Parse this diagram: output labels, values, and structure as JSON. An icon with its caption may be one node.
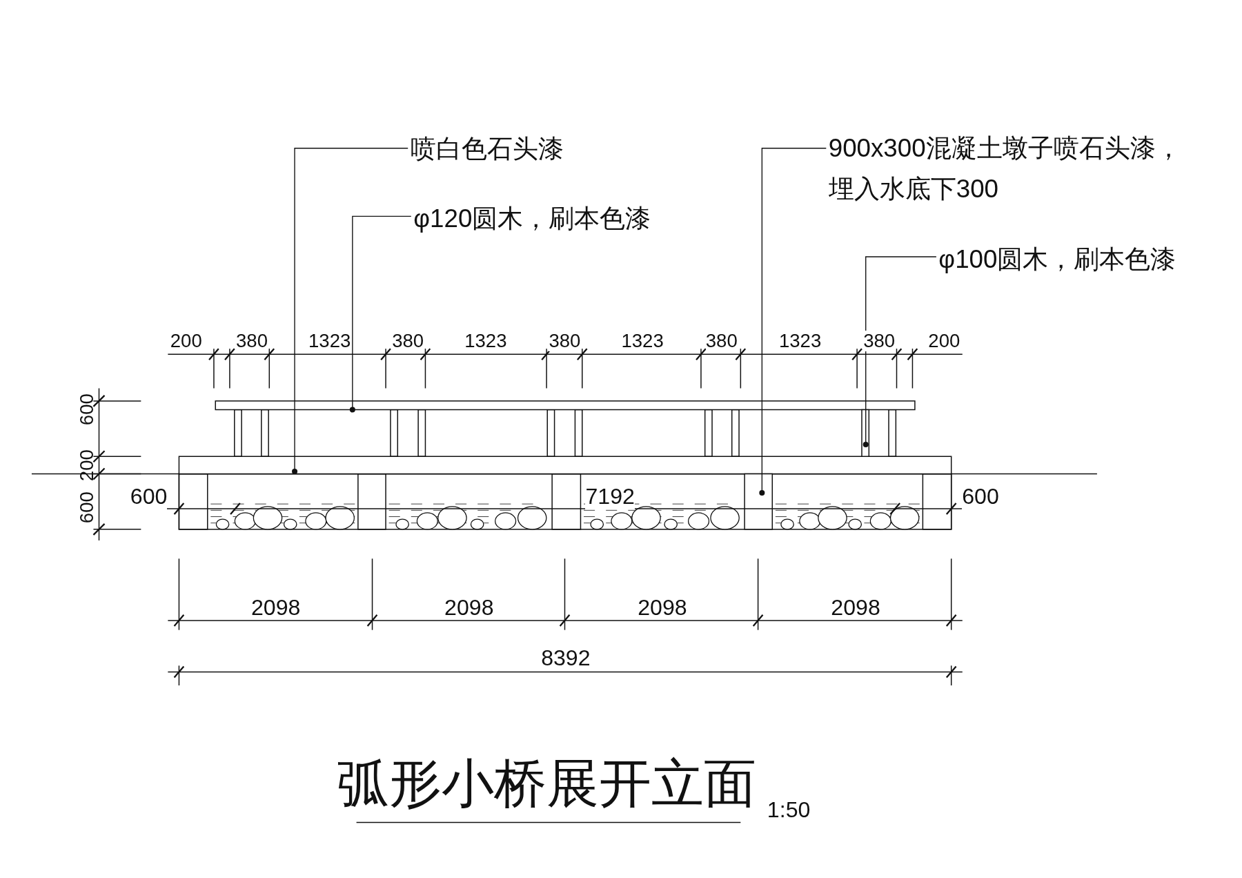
{
  "diagram": {
    "title": "弧形小桥展开立面",
    "nodes": [
      {
        "text": [
          "喷白色石头漆"
        ]
      },
      {
        "text": [
          "φ120圆木，刷本色漆"
        ]
      },
      {
        "text": [
          "900x300混凝土墩子喷石头漆，埋入水底下300"
        ]
      },
      {
        "text": [
          "φ100圆木，刷本色漆"
        ]
      },
      {
        "text": [],
        "shape": "box"
      },
      {
        "text": [],
        "shape": "box"
      },
      {
        "text": [],
        "shape": "box"
      },
      {
        "text": [],
        "shape": "box"
      }
    ],
    "edges": [
      {
        "from": 0,
        "to": 4,
        "arrow": "other"
      },
      {
        "from": 1,
        "to": 5,
        "arrow": "other"
      },
      {
        "from": 2,
        "to": 6,
        "arrow": "other"
      },
      {
        "from": 3,
        "to": 7,
        "arrow": "other"
      }
    ],
    "labels": [
      "200",
      "380",
      "1323",
      "380",
      "1323",
      "380",
      "1323",
      "380",
      "1323",
      "380",
      "200",
      "600",
      "200",
      "600",
      "600",
      "7192",
      "600",
      "2098",
      "2098",
      "2098",
      "2098",
      "8392",
      "1:50"
    ]
  }
}
